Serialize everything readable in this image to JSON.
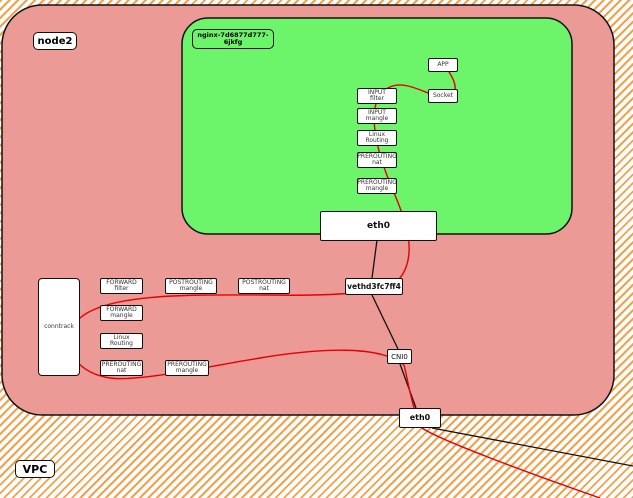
{
  "vpc": {
    "label": "VPC"
  },
  "node": {
    "label": "node2"
  },
  "pod": {
    "label_line1": "nginx-7d6877d777-",
    "label_line2": "6jkfg"
  },
  "pod_stack": {
    "app": "APP",
    "socket": "Socket",
    "input_filter": [
      "INPUT",
      "filter"
    ],
    "input_mangle": [
      "INPUT",
      "mangle"
    ],
    "linux_routing": [
      "Linux",
      "Routing"
    ],
    "prerouting_nat": [
      "PREROUTING",
      "nat"
    ],
    "prerouting_mangle": [
      "PREROUTING",
      "mangle"
    ]
  },
  "interfaces": {
    "pod_eth0": "eth0",
    "veth": "vethd3fc7ff4",
    "cni0": "CNI0",
    "node_eth0": "eth0"
  },
  "host_stack": {
    "conntrack": "conntrack",
    "forward_filter": [
      "FORWARD",
      "filter"
    ],
    "forward_mangle": [
      "FORWARD",
      "mangle"
    ],
    "linux_routing": [
      "Linux",
      "Routing"
    ],
    "prerouting_nat": [
      "PREROUTING",
      "nat"
    ],
    "prerouting_mangle": [
      "PREROUTING",
      "mangle"
    ],
    "postrouting_mangle": [
      "POSTROUTING",
      "mangle"
    ],
    "postrouting_nat": [
      "POSTROUTING",
      "nat"
    ]
  },
  "colors": {
    "node_fill": "#ec9a96",
    "pod_fill": "#6cf46a",
    "packet_path": "#e60000",
    "vpc_hatch": "#f5a04a"
  }
}
